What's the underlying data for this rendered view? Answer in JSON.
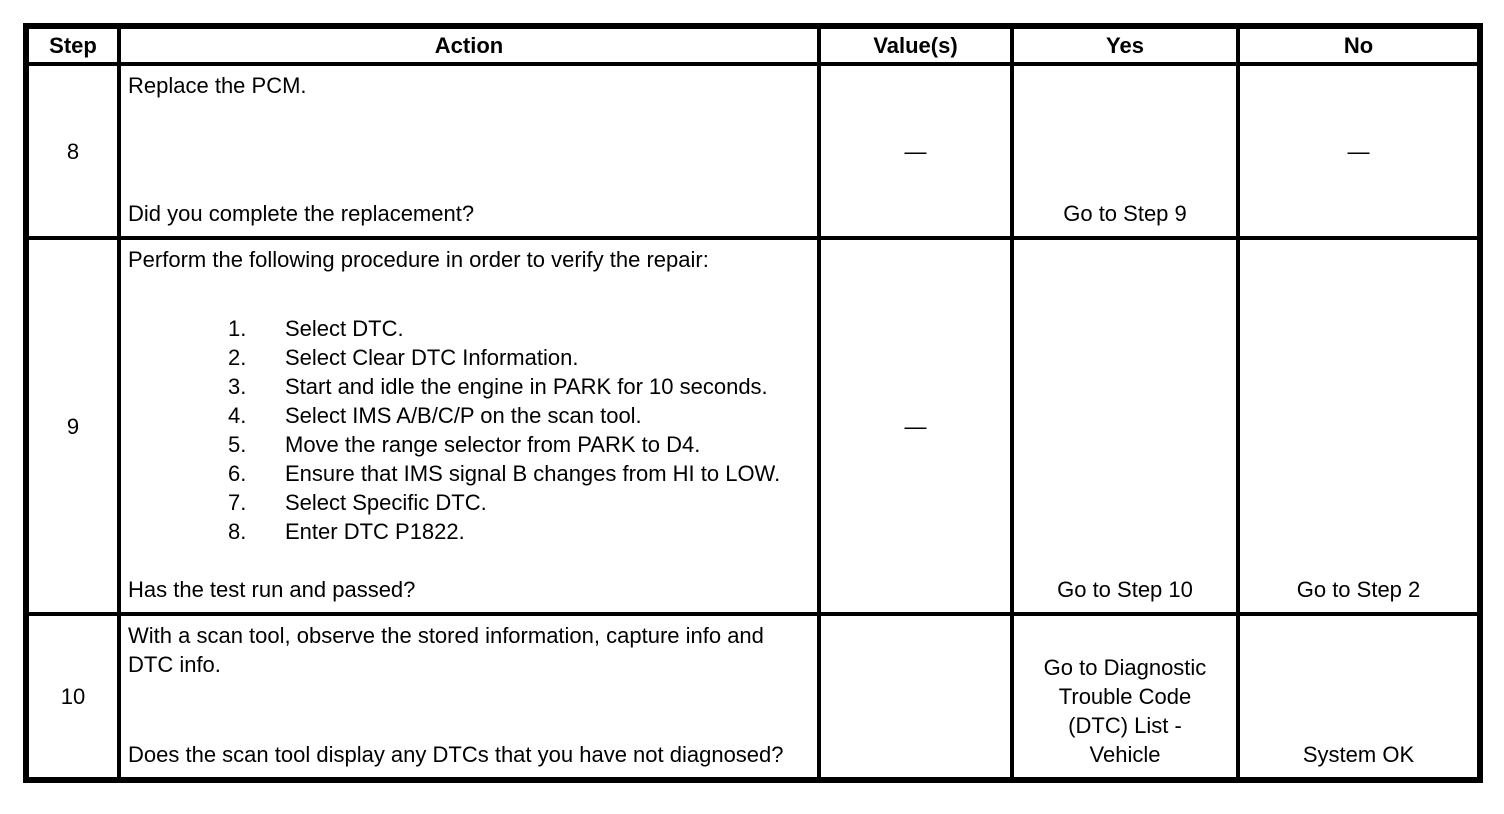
{
  "colors": {
    "background": "#ffffff",
    "border": "#000000",
    "text": "#000000"
  },
  "table": {
    "headers": [
      "Step",
      "Action",
      "Value(s)",
      "Yes",
      "No"
    ],
    "rows": [
      {
        "step": "8",
        "action_top": "Replace the PCM.",
        "action_question": "Did you complete the replacement?",
        "values": "—",
        "yes": "Go to Step 9",
        "no": "—"
      },
      {
        "step": "9",
        "action_top": "Perform the following procedure in order to verify the repair:",
        "action_list": [
          "Select DTC.",
          "Select Clear DTC Information.",
          "Start and idle the engine in PARK for 10 seconds.",
          "Select IMS A/B/C/P on the scan tool.",
          "Move the range selector from PARK to D4.",
          "Ensure that IMS signal B changes from HI to LOW.",
          "Select Specific DTC.",
          "Enter DTC P1822."
        ],
        "action_question": "Has the test run and passed?",
        "values": "—",
        "yes": "Go to Step 10",
        "no": "Go to Step 2"
      },
      {
        "step": "10",
        "action_top": "With a scan tool, observe the stored information, capture info and DTC info.",
        "action_question": "Does the scan tool display any DTCs that you have not diagnosed?",
        "values": "",
        "yes": "Go to Diagnostic Trouble Code (DTC) List - Vehicle",
        "no": "System OK"
      }
    ]
  }
}
